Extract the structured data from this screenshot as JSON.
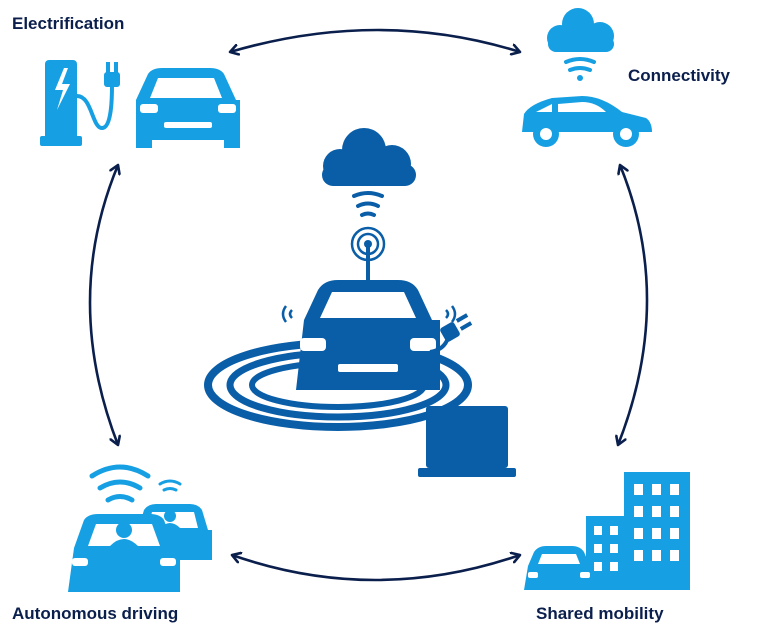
{
  "labels": {
    "electrification": "Electrification",
    "connectivity": "Connectivity",
    "autonomous_driving": "Autonomous driving",
    "shared_mobility": "Shared mobility"
  },
  "colors": {
    "light_blue": "#16a0e3",
    "dark_blue": "#0a5ea8",
    "arrow": "#0b1f4d",
    "text": "#0b1f4d"
  },
  "icons": {
    "electrification": [
      "charging-station-icon",
      "plug-icon",
      "car-icon"
    ],
    "connectivity": [
      "cloud-icon",
      "wifi-icon",
      "car-icon"
    ],
    "center": [
      "cloud-icon",
      "wifi-icon",
      "antenna-icon",
      "car-icon",
      "plug-icon",
      "sensor-rings-icon",
      "laptop-icon"
    ],
    "autonomous_driving": [
      "wifi-icon",
      "car-icon",
      "driver-icon"
    ],
    "shared_mobility": [
      "car-icon",
      "building-icon"
    ]
  }
}
